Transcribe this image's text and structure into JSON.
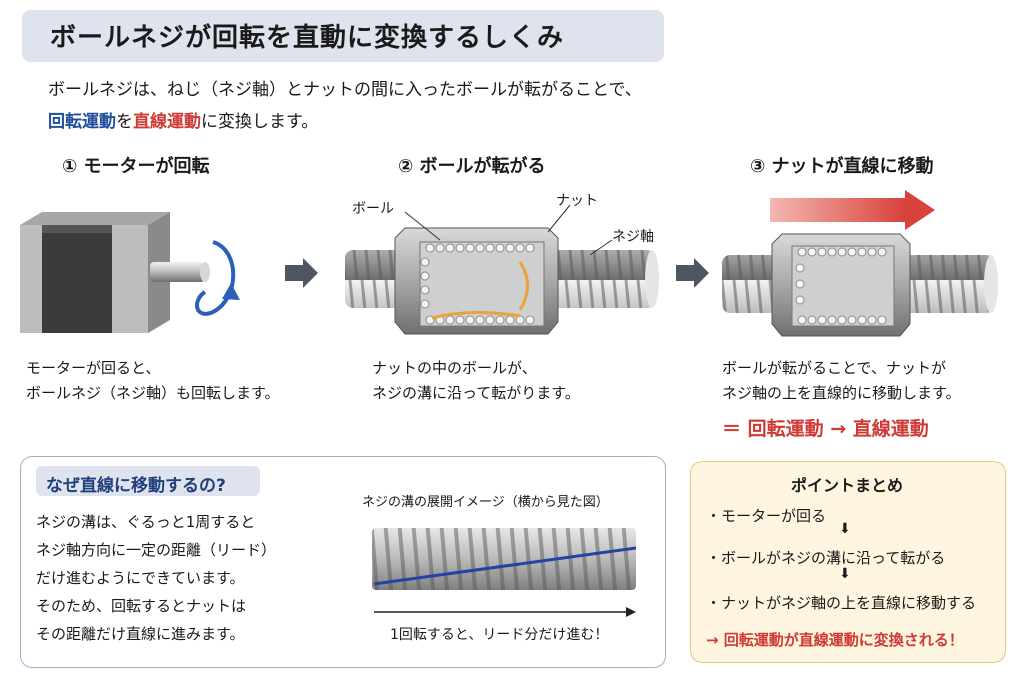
{
  "title": "ボールネジが回転を直動に変換するしくみ",
  "intro": {
    "line1": "ボールネジは、ねじ（ネジ軸）とナットの間に入ったボールが転がることで、",
    "blue": "回転運動",
    "mid1": "を",
    "red": "直線運動",
    "end": "に変換します。"
  },
  "steps": {
    "s1": {
      "title": "① モーターが回転",
      "cap1": "モーターが回ると、",
      "cap2": "ボールネジ（ネジ軸）も回転します。"
    },
    "s2": {
      "title": "② ボールが転がる",
      "cap1": "ナットの中のボールが、",
      "cap2": "ネジの溝に沿って転がります。",
      "lbl_ball": "ボール",
      "lbl_nut": "ナット",
      "lbl_shaft": "ネジ軸"
    },
    "s3": {
      "title": "③ ナットが直線に移動",
      "cap1": "ボールが転がることで、ナットが",
      "cap2": "ネジ軸の上を直線的に移動します。",
      "eq": "＝ 回転運動 → 直線運動"
    }
  },
  "why": {
    "heading": "なぜ直線に移動するの?",
    "lines": [
      "ネジの溝は、ぐるっと1周すると",
      "ネジ軸方向に一定の距離（リード）",
      "だけ進むようにできています。",
      "そのため、回転するとナットは",
      "その距離だけ直線に進みます。"
    ],
    "diagram_title": "ネジの溝の展開イメージ（横から見た図）",
    "diagram_caption": "1回転すると、リード分だけ進む！"
  },
  "points": {
    "heading": "ポイントまとめ",
    "items": [
      "・モーターが回る",
      "・ボールがネジの溝に沿って転がる",
      "・ナットがネジ軸の上を直線に移動する"
    ],
    "conclusion": "→ 回転運動が直線運動に変換される！"
  },
  "colors": {
    "accent_blue": "#1f4e9e",
    "accent_red": "#cf3a35",
    "arrow_gray": "#4f5563"
  }
}
